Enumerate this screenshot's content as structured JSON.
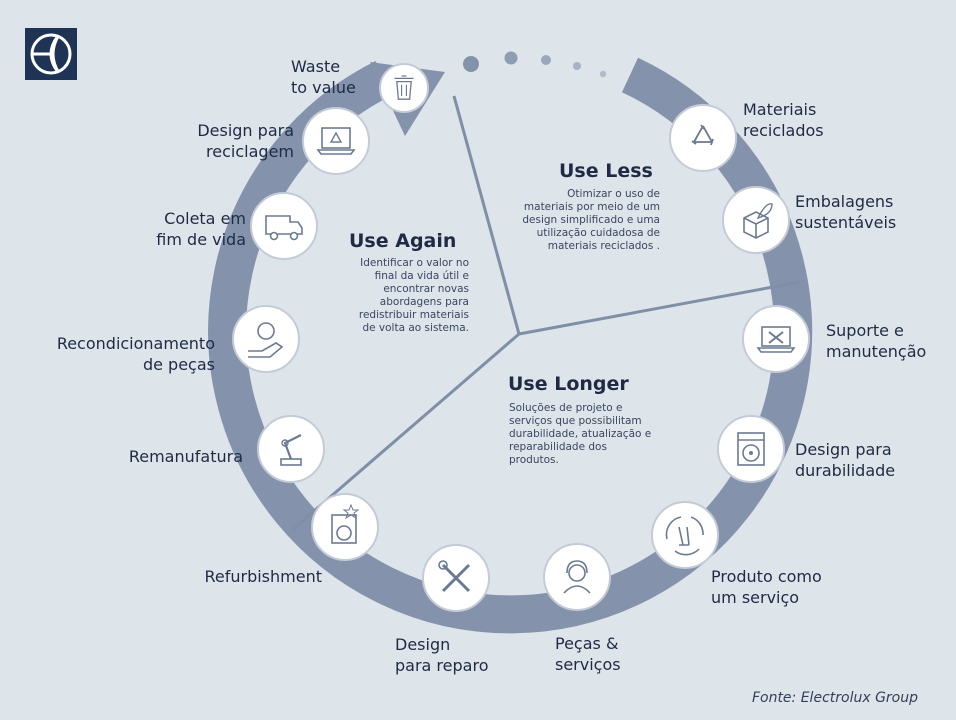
{
  "brand": {
    "logo_icon": "electrolux-logo-icon"
  },
  "sections": [
    {
      "id": "less",
      "title": "Use Less",
      "description": [
        "Otimizar o uso de",
        "materiais por meio de um",
        "design simplificado e uma",
        "utilização cuidadosa de",
        "materiais reciclados ."
      ]
    },
    {
      "id": "again",
      "title": "Use Again",
      "description": [
        "Identificar o valor no",
        "final da vida útil e",
        "encontrar novas",
        "abordagens para",
        "redistribuir materiais",
        "de volta ao sistema."
      ]
    },
    {
      "id": "longer",
      "title": "Use Longer",
      "description": [
        "Soluções de projeto e",
        "serviços que possibilitam",
        "durabilidade, atualização e",
        "reparabilidade dos",
        "produtos."
      ]
    }
  ],
  "stages": [
    {
      "id": "materiais-reciclados",
      "label": [
        "Materiais",
        "reciclados"
      ],
      "icon": "recycle-icon"
    },
    {
      "id": "embalagens-sustentaveis",
      "label": [
        "Embalagens",
        "sustentáveis"
      ],
      "icon": "eco-box-icon"
    },
    {
      "id": "suporte-manutencao",
      "label": [
        "Suporte e",
        "manutenção"
      ],
      "icon": "laptop-tools-icon"
    },
    {
      "id": "design-durabilidade",
      "label": [
        "Design para",
        "durabilidade"
      ],
      "icon": "washing-machine-icon"
    },
    {
      "id": "produto-servico",
      "label": [
        "Produto como",
        "um serviço"
      ],
      "icon": "vacuum-cycle-icon"
    },
    {
      "id": "pecas-servicos",
      "label": [
        "Peças &",
        "serviços"
      ],
      "icon": "support-agent-icon"
    },
    {
      "id": "design-reparo",
      "label": [
        "Design",
        "para reparo"
      ],
      "icon": "wrench-screwdriver-icon"
    },
    {
      "id": "refurbishment",
      "label": [
        "Refurbishment"
      ],
      "icon": "washer-stars-icon"
    },
    {
      "id": "remanufatura",
      "label": [
        "Remanufatura"
      ],
      "icon": "robot-arm-icon"
    },
    {
      "id": "recondicionamento",
      "label": [
        "Recondicionamento",
        "de peças"
      ],
      "icon": "hand-bulb-icon"
    },
    {
      "id": "coleta",
      "label": [
        "Coleta em",
        "fim de vida"
      ],
      "icon": "van-icon"
    },
    {
      "id": "design-reciclagem",
      "label": [
        "Design para",
        "reciclagem"
      ],
      "icon": "laptop-recycle-icon"
    },
    {
      "id": "waste-to-value",
      "label": [
        "Waste",
        "to value"
      ],
      "icon": "trash-bin-icon"
    }
  ],
  "colors": {
    "ring": "#8493ab",
    "circle_fill": "#ffffff",
    "circle_border": "#c3cbd7",
    "text": "#1f2b45",
    "background": "#dde4ea",
    "divider": "#7f8fa6"
  },
  "source": "Fonte: Electrolux Group"
}
